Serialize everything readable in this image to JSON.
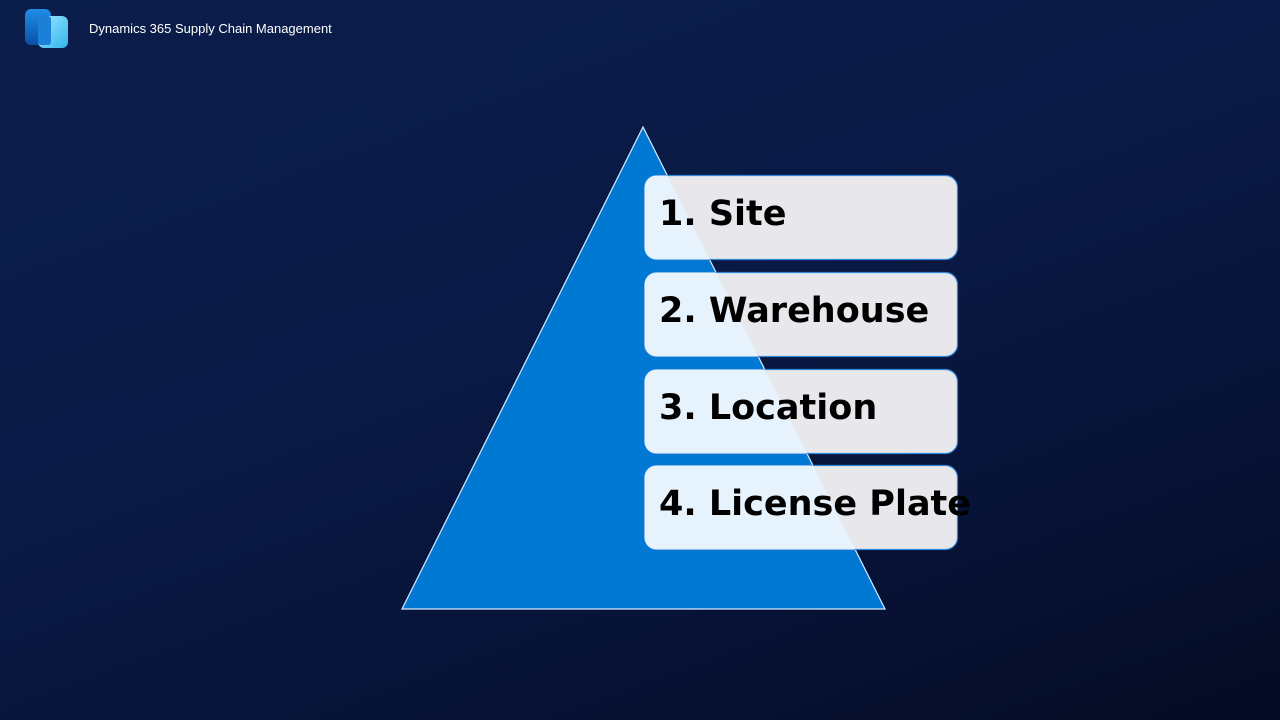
{
  "header": {
    "app_title": "Dynamics 365 Supply Chain Management",
    "logo_icon": "dynamics-365-logo-icon"
  },
  "colors": {
    "background": "#0a1a45",
    "pyramid": "#0078d4",
    "box_fill": "#e8e8ec",
    "box_overlap_fill": "#e5f1fb",
    "box_border": "#2f86d8"
  },
  "diagram": {
    "items": [
      {
        "label": "1. Site"
      },
      {
        "label": "2. Warehouse"
      },
      {
        "label": "3. Location"
      },
      {
        "label": "4. License Plate"
      }
    ]
  }
}
